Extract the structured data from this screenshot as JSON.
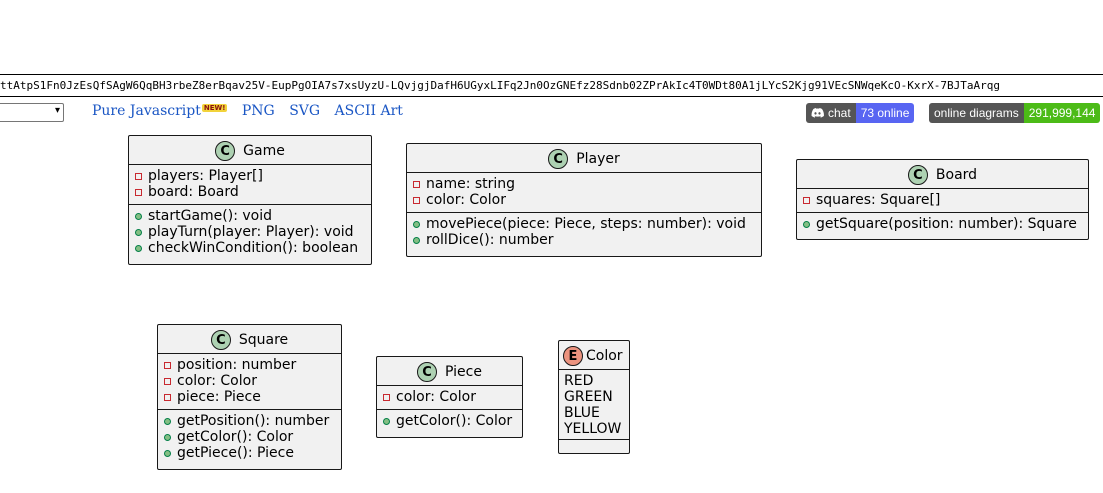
{
  "url": {
    "text": "ttAtpS1Fn0JzEsQfSAgW6QqBH3rbeZ8erBqav25V-EupPgOIA7s7xsUyzU-LQvjgjDafH6UGyxLIFq2Jn0OzGNEfz28Sdnb02ZPrAkIc4T0WDt80A1jLYcS2Kjg91VEcSNWqeKcO-KxrX-7BJTaArqg"
  },
  "nav": {
    "links": [
      "Pure Javascript",
      "PNG",
      "SVG",
      "ASCII Art"
    ],
    "new_badge": "NEW!"
  },
  "badges": {
    "chat": {
      "label": "chat",
      "value": "73 online",
      "value_color": "#5865f2",
      "icon": "discord-icon"
    },
    "diagrams": {
      "label": "online diagrams",
      "value": "291,999,144",
      "value_color": "#4cbb17"
    }
  },
  "diagram": {
    "classes": [
      {
        "id": "game",
        "stereotype": "C",
        "name": "Game",
        "attributes": [
          [
            "-",
            "players: Player[]"
          ],
          [
            "-",
            "board: Board"
          ]
        ],
        "methods": [
          [
            "+",
            "startGame(): void"
          ],
          [
            "+",
            "playTurn(player: Player): void"
          ],
          [
            "+",
            "checkWinCondition(): boolean"
          ]
        ]
      },
      {
        "id": "player",
        "stereotype": "C",
        "name": "Player",
        "attributes": [
          [
            "-",
            "name: string"
          ],
          [
            "-",
            "color: Color"
          ]
        ],
        "methods": [
          [
            "+",
            "movePiece(piece: Piece, steps: number): void"
          ],
          [
            "+",
            "rollDice(): number"
          ]
        ]
      },
      {
        "id": "board",
        "stereotype": "C",
        "name": "Board",
        "attributes": [
          [
            "-",
            "squares: Square[]"
          ]
        ],
        "methods": [
          [
            "+",
            "getSquare(position: number): Square"
          ]
        ]
      },
      {
        "id": "square",
        "stereotype": "C",
        "name": "Square",
        "attributes": [
          [
            "-",
            "position: number"
          ],
          [
            "-",
            "color: Color"
          ],
          [
            "-",
            "piece: Piece"
          ]
        ],
        "methods": [
          [
            "+",
            "getPosition(): number"
          ],
          [
            "+",
            "getColor(): Color"
          ],
          [
            "+",
            "getPiece(): Piece"
          ]
        ]
      },
      {
        "id": "piece",
        "stereotype": "C",
        "name": "Piece",
        "attributes": [
          [
            "-",
            "color: Color"
          ]
        ],
        "methods": [
          [
            "+",
            "getColor(): Color"
          ]
        ]
      }
    ],
    "enum": {
      "stereotype": "E",
      "name": "Color",
      "values": [
        "RED",
        "GREEN",
        "BLUE",
        "YELLOW"
      ]
    }
  }
}
